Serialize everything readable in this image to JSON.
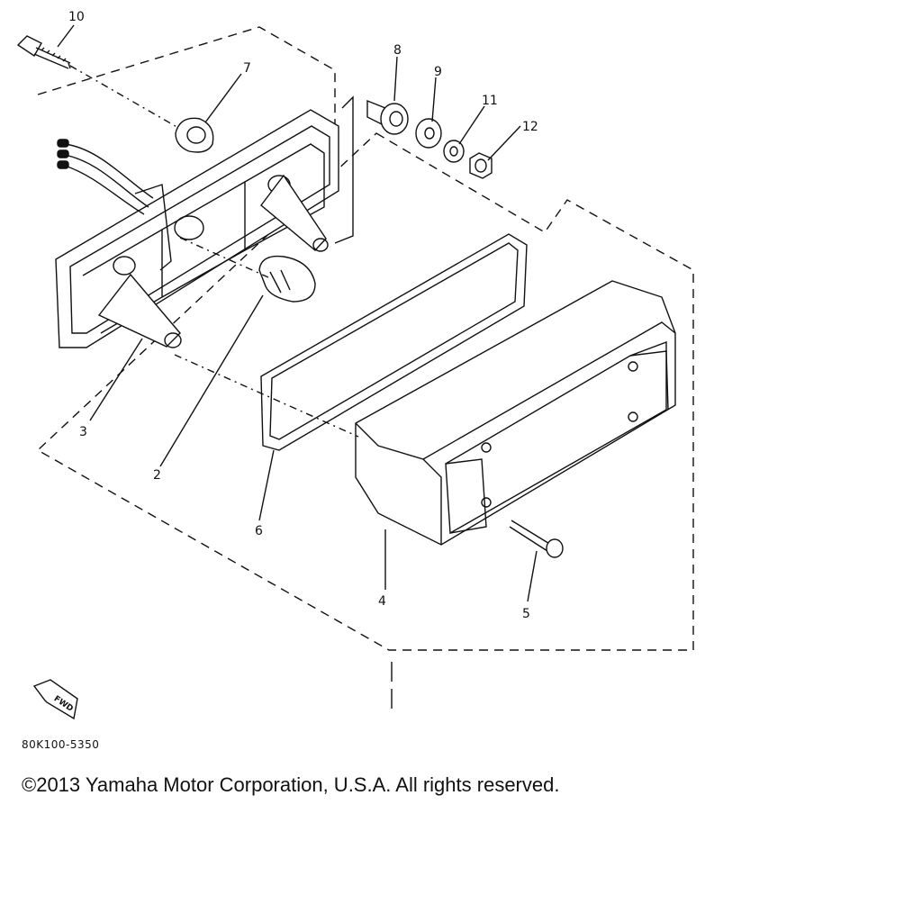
{
  "diagram": {
    "callouts": [
      {
        "id": "10",
        "label": "10"
      },
      {
        "id": "7",
        "label": "7"
      },
      {
        "id": "8",
        "label": "8"
      },
      {
        "id": "9",
        "label": "9"
      },
      {
        "id": "11",
        "label": "11"
      },
      {
        "id": "12",
        "label": "12"
      },
      {
        "id": "3",
        "label": "3"
      },
      {
        "id": "2",
        "label": "2"
      },
      {
        "id": "6",
        "label": "6"
      },
      {
        "id": "4",
        "label": "4"
      },
      {
        "id": "5",
        "label": "5"
      }
    ],
    "fwd_label": "FWD"
  },
  "footer": {
    "part_code": "80K100-5350",
    "copyright": "©2013 Yamaha Motor Corporation, U.S.A. All rights reserved."
  },
  "colors": {
    "ink": "#111111",
    "background": "#ffffff"
  }
}
